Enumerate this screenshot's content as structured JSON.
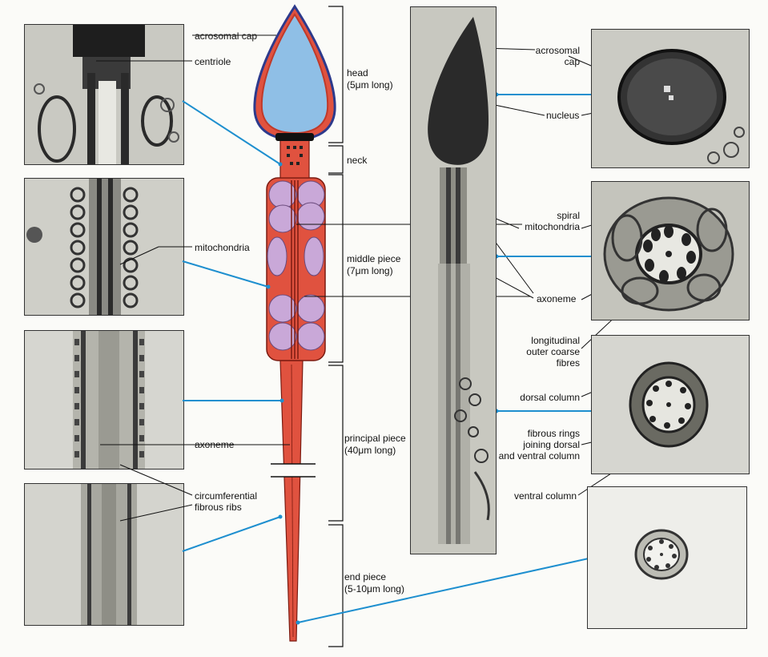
{
  "labels": {
    "acrosomal_cap_left": "acrosomal cap",
    "centriole": "centriole",
    "mitochondria": "mitochondria",
    "axoneme_left": "axoneme",
    "circumferential_line1": "circumferential",
    "circumferential_line2": "fibrous ribs"
  },
  "regions": {
    "head_line1": "head",
    "head_line2": "(5μm long)",
    "neck": "neck",
    "middle_line1": "middle piece",
    "middle_line2": "(7μm long)",
    "principal_line1": "principal piece",
    "principal_line2": "(40μm long)",
    "end_line1": "end piece",
    "end_line2": "(5-10μm long)"
  },
  "right_labels": {
    "acrosomal_cap_line1": "acrosomal",
    "acrosomal_cap_line2": "cap",
    "nucleus": "nucleus",
    "spiral_line1": "spiral",
    "spiral_line2": "mitochondria",
    "axoneme": "axoneme",
    "longitudinal_line1": "longitudinal",
    "longitudinal_line2": "outer coarse",
    "longitudinal_line3": "fibres",
    "dorsal_column": "dorsal column",
    "fibrous_rings_line1": "fibrous rings",
    "fibrous_rings_line2": "joining dorsal",
    "fibrous_rings_line3": "and ventral column",
    "ventral_column": "ventral column"
  },
  "colors": {
    "acrosome_blue": "#8fbfe6",
    "membrane_blue": "#2d3a8c",
    "sperm_red": "#e0523f",
    "mitochondria_pink": "#c9a8d8",
    "pointer_blue": "#1e8fcf"
  }
}
